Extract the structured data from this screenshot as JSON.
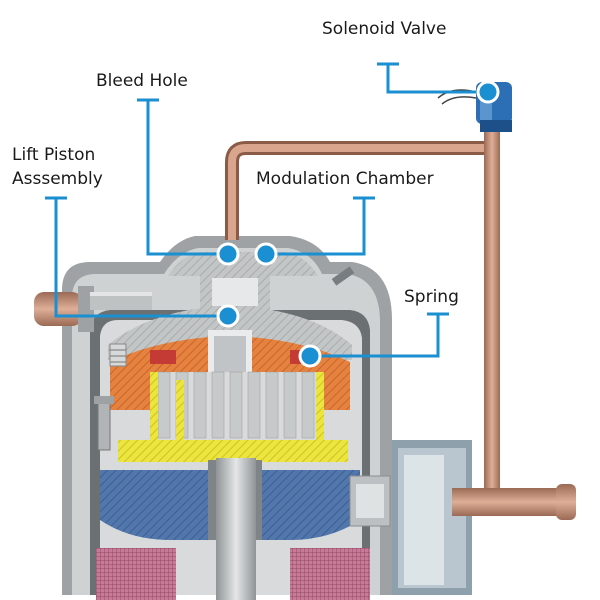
{
  "labels": {
    "solenoid_valve": "Solenoid Valve",
    "bleed_hole": "Bleed Hole",
    "lift_piston_line1": "Lift Piston",
    "lift_piston_line2": "Asssembly",
    "modulation_chamber": "Modulation Chamber",
    "spring": "Spring"
  },
  "colors": {
    "callout": "#1a8fd1",
    "housing_gray": "#b9bcbd",
    "copper_tube": "#c9937a",
    "scroll_orange": "#e07a3c",
    "scroll_yellow": "#e8e03a",
    "base_blue": "#4a6fa5",
    "motor_pink": "#c77b95",
    "solenoid_blue": "#2c6fb5"
  }
}
